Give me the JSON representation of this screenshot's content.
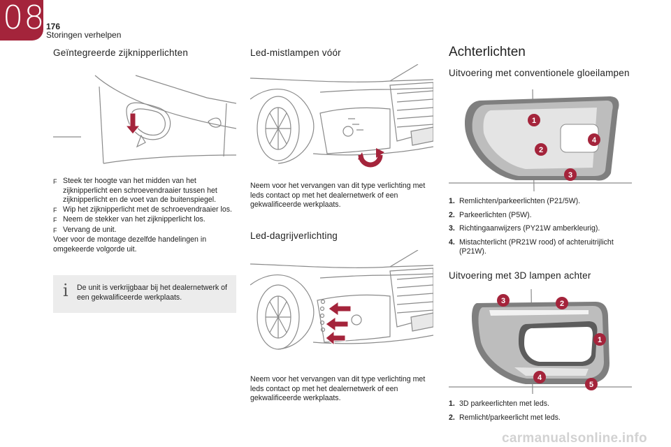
{
  "header": {
    "chapter": "08",
    "page_number": "176",
    "section": "Storingen verhelpen"
  },
  "colors": {
    "accent": "#a4243b"
  },
  "left": {
    "title": "Geïntegreerde zijknipperlichten",
    "bullets": [
      "Steek ter hoogte van het midden van het zijknipperlicht een schroevendraaier tussen het zijknipperlicht en de voet van de buitenspiegel.",
      "Wip het zijknipperlicht met de schroevendraaier los.",
      "Neem de stekker van het zijknipperlicht los.",
      "Vervang de unit."
    ],
    "after_text": "Voer voor de montage dezelfde handelingen in omgekeerde volgorde uit.",
    "info_text": "De unit is verkrijgbaar bij het dealernetwerk of een gekwalificeerde werkplaats."
  },
  "middle": {
    "fog_title": "Led-mistlampen vóór",
    "fog_text": "Neem voor het vervangen van dit type verlichting met leds contact op met het dealernetwerk of een gekwalificeerde werkplaats.",
    "drl_title": "Led-dagrijverlichting",
    "drl_text": "Neem voor het vervangen van dit type verlichting met leds contact op met het dealernetwerk of een gekwalificeerde werkplaats."
  },
  "right": {
    "title": "Achterlichten",
    "conv_title": "Uitvoering met conventionele gloeilampen",
    "conv_list": [
      {
        "n": "1.",
        "text": "Remlichten/parkeerlichten (P21/5W)."
      },
      {
        "n": "2.",
        "text": "Parkeerlichten (P5W)."
      },
      {
        "n": "3.",
        "text": "Richtingaanwijzers (PY21W amberkleurig)."
      },
      {
        "n": "4.",
        "text": "Mistachterlicht (PR21W rood) of achteruitrijlicht (P21W)."
      }
    ],
    "threeD_title": "Uitvoering met 3D lampen achter",
    "threeD_list": [
      {
        "n": "1.",
        "text": "3D parkeerlichten met leds."
      },
      {
        "n": "2.",
        "text": "Remlicht/parkeerlicht met leds."
      }
    ],
    "conv_labels": [
      "1",
      "2",
      "3",
      "4"
    ],
    "threeD_labels": [
      "3",
      "2",
      "1",
      "4",
      "5"
    ]
  },
  "bullet_glyph": "F",
  "watermark": "carmanualsonline.info"
}
